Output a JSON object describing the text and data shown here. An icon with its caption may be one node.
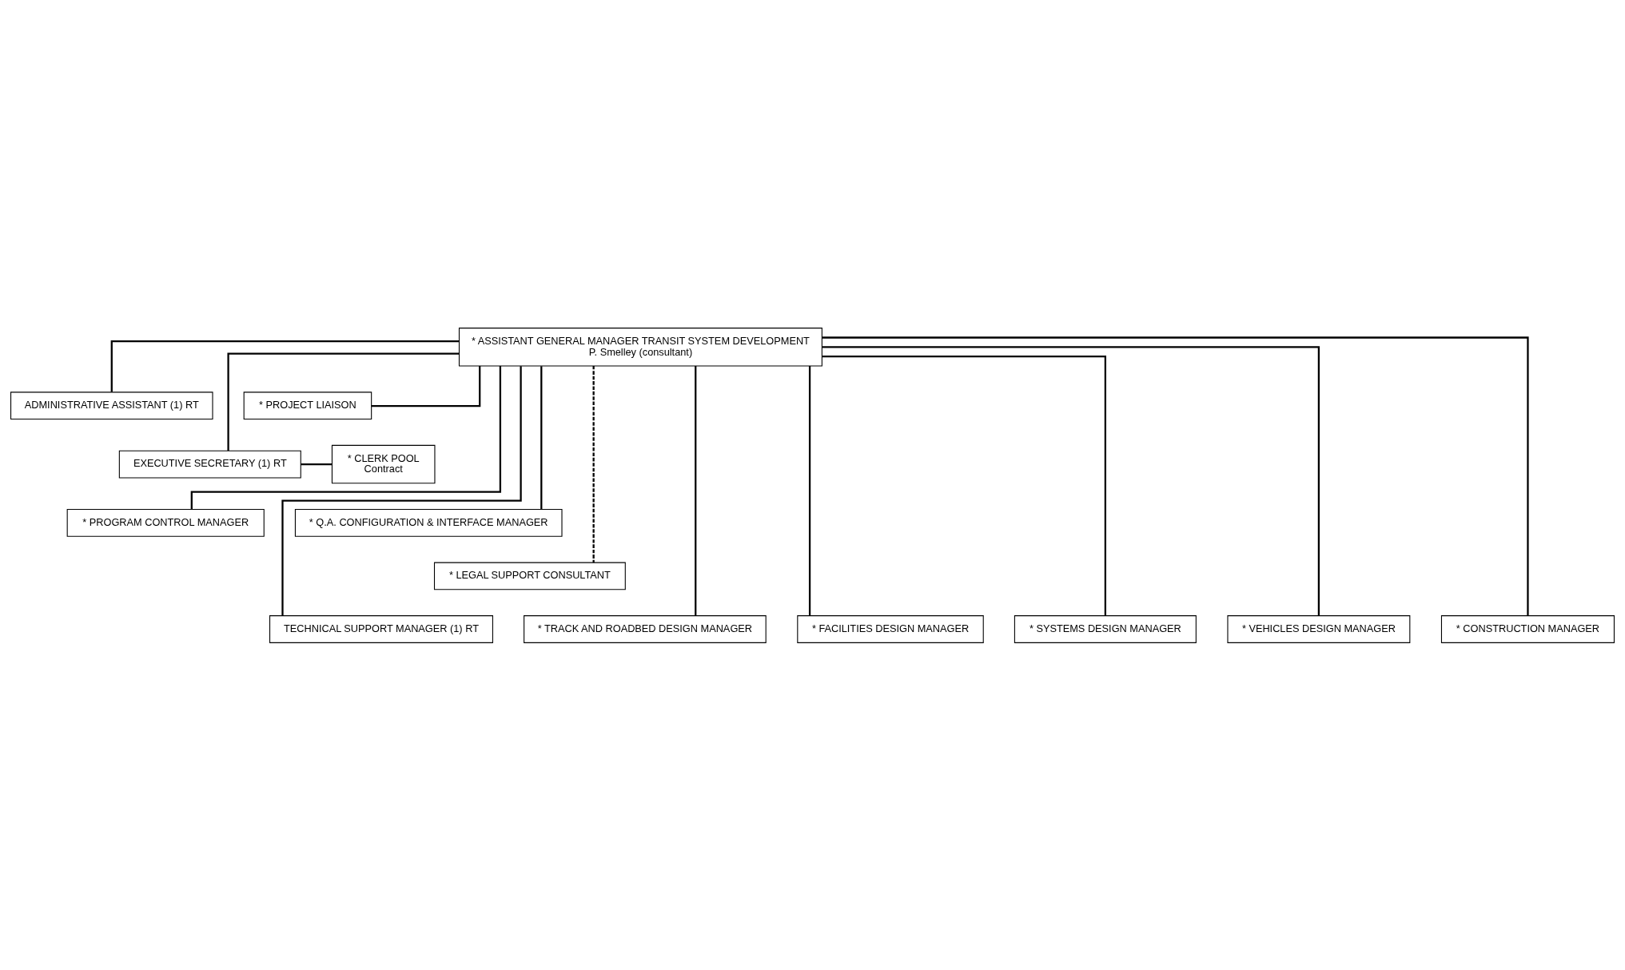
{
  "diagram": {
    "nodes": [
      {
        "text": [
          "* ASSISTANT GENERAL MANAGER TRANSIT SYSTEM DEVELOPMENT",
          "P. Smelley (consultant)"
        ]
      },
      {
        "text": [
          "ADMINISTRATIVE ASSISTANT (1) RT"
        ]
      },
      {
        "text": [
          "* PROJECT LIAISON"
        ]
      },
      {
        "text": [
          "EXECUTIVE SECRETARY (1) RT"
        ]
      },
      {
        "text": [
          "* CLERK POOL",
          "Contract"
        ]
      },
      {
        "text": [
          "* PROGRAM CONTROL MANAGER"
        ]
      },
      {
        "text": [
          "* Q.A. CONFIGURATION & INTERFACE MANAGER"
        ]
      },
      {
        "text": [
          "* LEGAL SUPPORT CONSULTANT"
        ]
      },
      {
        "text": [
          "TECHNICAL SUPPORT MANAGER (1) RT"
        ]
      },
      {
        "text": [
          "* TRACK AND ROADBED DESIGN MANAGER"
        ]
      },
      {
        "text": [
          "* FACILITIES DESIGN MANAGER"
        ]
      },
      {
        "text": [
          "* SYSTEMS DESIGN MANAGER"
        ]
      },
      {
        "text": [
          "* VEHICLES DESIGN MANAGER"
        ]
      },
      {
        "text": [
          "* CONSTRUCTION MANAGER"
        ]
      }
    ],
    "edges": [
      {
        "from": 0,
        "to": 1,
        "arrow": "none"
      },
      {
        "from": 0,
        "to": 2,
        "arrow": "none"
      },
      {
        "from": 0,
        "to": 3,
        "arrow": "none"
      },
      {
        "from": 3,
        "to": 4,
        "arrow": "none"
      },
      {
        "from": 0,
        "to": 5,
        "arrow": "none"
      },
      {
        "from": 0,
        "to": 6,
        "arrow": "none"
      },
      {
        "from": 0,
        "to": 7,
        "arrow": "none",
        "style": "dashed"
      },
      {
        "from": 0,
        "to": 8,
        "arrow": "none"
      },
      {
        "from": 0,
        "to": 9,
        "arrow": "none"
      },
      {
        "from": 0,
        "to": 10,
        "arrow": "none"
      },
      {
        "from": 0,
        "to": 11,
        "arrow": "none"
      },
      {
        "from": 0,
        "to": 12,
        "arrow": "none"
      },
      {
        "from": 0,
        "to": 13,
        "arrow": "none"
      }
    ]
  }
}
